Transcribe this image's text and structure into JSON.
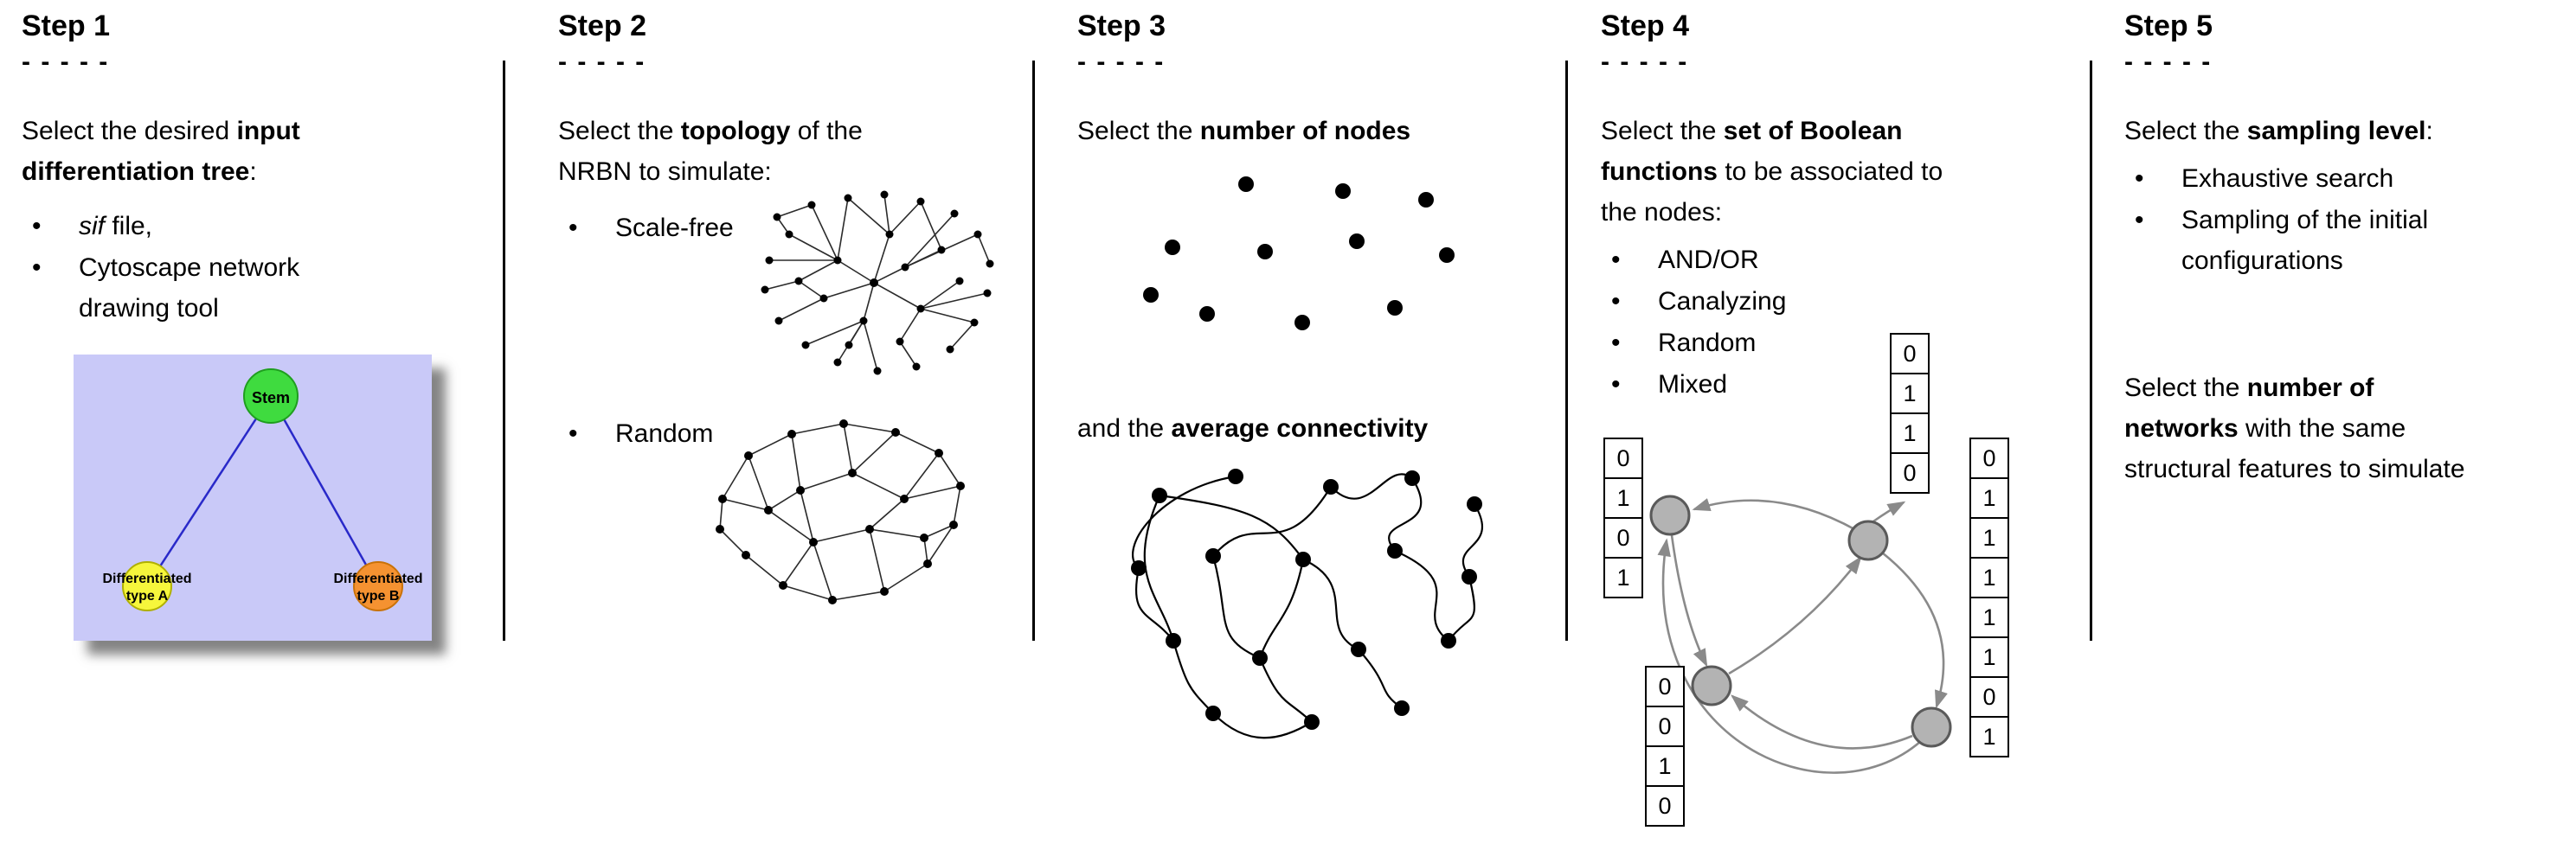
{
  "bullet_char": "•",
  "step1": {
    "title": "Step 1",
    "dashes": "- - - - -",
    "intro": {
      "l1_pre": "Select the desired ",
      "l1_bold": "input",
      "l2_bold": "differentiation tree",
      "l2_post": ":"
    },
    "bullets": {
      "sif_italic": "sif",
      "sif_rest": " file,",
      "cytoscape_l1": "Cytoscape network",
      "cytoscape_l2": "drawing tool"
    },
    "tree": {
      "stem_label": "Stem",
      "type_a_line1": "Differentiated",
      "type_a_line2": "type A",
      "type_b_line1": "Differentiated",
      "type_b_line2": "type B",
      "colors": {
        "background": "#c9c9f8",
        "stem_fill": "#3fdb3f",
        "type_a_fill": "#f6f63c",
        "type_b_fill": "#f59231",
        "edge": "#2929c9"
      }
    }
  },
  "step2": {
    "title": "Step 2",
    "dashes": "- - - - -",
    "intro": {
      "l1_pre": "Select the ",
      "l1_bold": "topology",
      "l1_post": " of the",
      "l2": "NRBN to simulate:"
    },
    "bullets": {
      "scale_free": "Scale-free",
      "random": "Random"
    }
  },
  "step3": {
    "title": "Step 3",
    "dashes": "- - - - -",
    "line1": {
      "pre": "Select the ",
      "bold": "number of nodes"
    },
    "line2": {
      "pre": "and the ",
      "bold": "average connectivity"
    }
  },
  "step4": {
    "title": "Step 4",
    "dashes": "- - - - -",
    "intro": {
      "l1_pre": "Select the ",
      "l1_bold": "set of Boolean",
      "l2_bold": "functions",
      "l2_post": " to be associated to",
      "l3": "the nodes:"
    },
    "bullets": [
      "AND/OR",
      "Canalyzing",
      "Random",
      "Mixed"
    ],
    "node_color": "#b3b3b3",
    "truth_tables": {
      "top": [
        "0",
        "1",
        "1",
        "0"
      ],
      "left": [
        "0",
        "1",
        "0",
        "1"
      ],
      "right": [
        "0",
        "1",
        "1",
        "1",
        "1",
        "1",
        "0",
        "1"
      ],
      "bottom": [
        "0",
        "0",
        "1",
        "0"
      ]
    }
  },
  "step5": {
    "title": "Step 5",
    "dashes": "- - - - -",
    "intro": {
      "pre": "Select the ",
      "bold": "sampling level",
      "post": ":"
    },
    "bullets": {
      "b1": "Exhaustive search",
      "b2_l1": "Sampling of the initial",
      "b2_l2": "configurations"
    },
    "second": {
      "l1_pre": "Select the ",
      "l1_bold": "number of",
      "l2_bold": "networks",
      "l2_post": " with the same",
      "l3": "structural features to simulate"
    }
  }
}
